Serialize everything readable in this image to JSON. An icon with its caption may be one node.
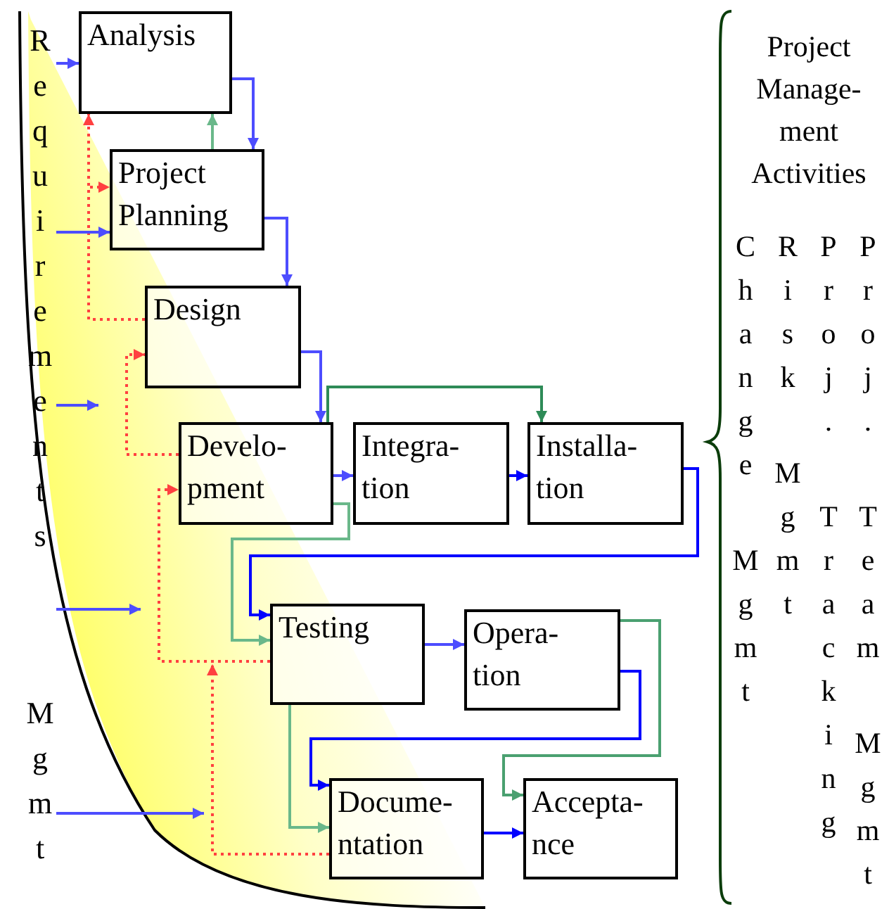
{
  "diagram": {
    "nodes": [
      {
        "text": [
          "Analysis"
        ]
      },
      {
        "text": [
          "Project Planning"
        ]
      },
      {
        "text": [
          "Design"
        ]
      },
      {
        "text": [
          "Develo- pment"
        ]
      },
      {
        "text": [
          "Integra- tion"
        ]
      },
      {
        "text": [
          "Installa- tion"
        ]
      },
      {
        "text": [
          "Testing"
        ]
      },
      {
        "text": [
          "Opera- tion"
        ]
      },
      {
        "text": [
          "Docume- ntation"
        ]
      },
      {
        "text": [
          "Accepta- nce"
        ]
      },
      {
        "text": [
          "Requirements Mgmt"
        ]
      }
    ],
    "edges": [
      {
        "from": 0,
        "to": 1,
        "arrow": "to"
      },
      {
        "from": 1,
        "to": 2,
        "arrow": "to"
      },
      {
        "from": 2,
        "to": 3,
        "arrow": "to"
      },
      {
        "from": 3,
        "to": 4,
        "arrow": "to"
      },
      {
        "from": 4,
        "to": 5,
        "arrow": "to",
        "color": "#0000ff"
      },
      {
        "from": 5,
        "to": 6,
        "arrow": "to",
        "color": "#0000ff"
      },
      {
        "from": 6,
        "to": 7,
        "arrow": "to"
      },
      {
        "from": 7,
        "to": 8,
        "arrow": "to",
        "color": "#0000ff"
      },
      {
        "from": 8,
        "to": 9,
        "arrow": "to",
        "color": "#0000ff"
      },
      {
        "from": 1,
        "to": 0,
        "arrow": "to",
        "color": "#6ab88a"
      },
      {
        "from": 3,
        "to": 5,
        "arrow": "to",
        "color": "#2e8b57"
      },
      {
        "from": 3,
        "to": 6,
        "arrow": "to",
        "color": "#6ab88a"
      },
      {
        "from": 6,
        "to": 8,
        "arrow": "to",
        "color": "#6ab88a"
      },
      {
        "from": 7,
        "to": 9,
        "arrow": "to",
        "color": "#4aa070"
      },
      {
        "from": 2,
        "to": 0,
        "arrow": "to",
        "style": "dashed",
        "color": "#ff4040"
      },
      {
        "from": 2,
        "to": 1,
        "arrow": "to",
        "style": "dashed",
        "color": "#ff4040"
      },
      {
        "from": 3,
        "to": 2,
        "arrow": "to",
        "style": "dashed",
        "color": "#ff4040"
      },
      {
        "from": 6,
        "to": 3,
        "arrow": "to",
        "style": "dashed",
        "color": "#ff4040"
      },
      {
        "from": 8,
        "to": null,
        "arrow": "to",
        "style": "dashed",
        "color": "#ff4040"
      },
      {
        "from": 10,
        "to": 0,
        "arrow": "to"
      },
      {
        "from": 10,
        "to": 1,
        "arrow": "to"
      },
      {
        "from": 10,
        "to": null,
        "arrow": "to"
      },
      {
        "from": 10,
        "to": null,
        "arrow": "to"
      },
      {
        "from": 10,
        "to": null,
        "arrow": "to"
      }
    ],
    "labels": [
      "Project Manage- ment Activities",
      "Change Mgmt",
      "Risk Mgmt",
      "Proj. Tracking",
      "Proj. Team Mgmt"
    ]
  }
}
